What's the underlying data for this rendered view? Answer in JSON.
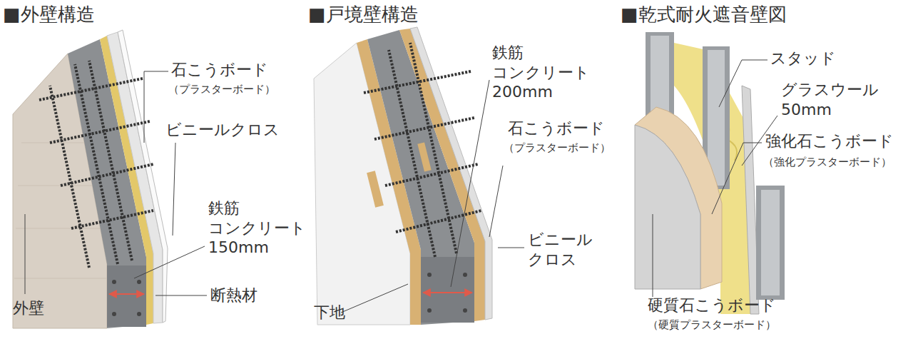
{
  "diagram": {
    "labels": [
      "■外壁構造",
      "石こうボード",
      "（プラスターボード）",
      "ビニールクロス",
      "鉄筋 コンクリート 150mm",
      "断熱材",
      "外壁",
      "■戸境壁構造",
      "鉄筋 コンクリート 200mm",
      "石こうボード",
      "（プラスターボード）",
      "ビニール クロス",
      "下地",
      "■乾式耐火遮音壁図",
      "スタッド",
      "グラスウール 50mm",
      "強化石こうボード",
      "（強化プラスターボード）",
      "硬質石こうボード",
      "（硬質プラスターボード）"
    ]
  }
}
